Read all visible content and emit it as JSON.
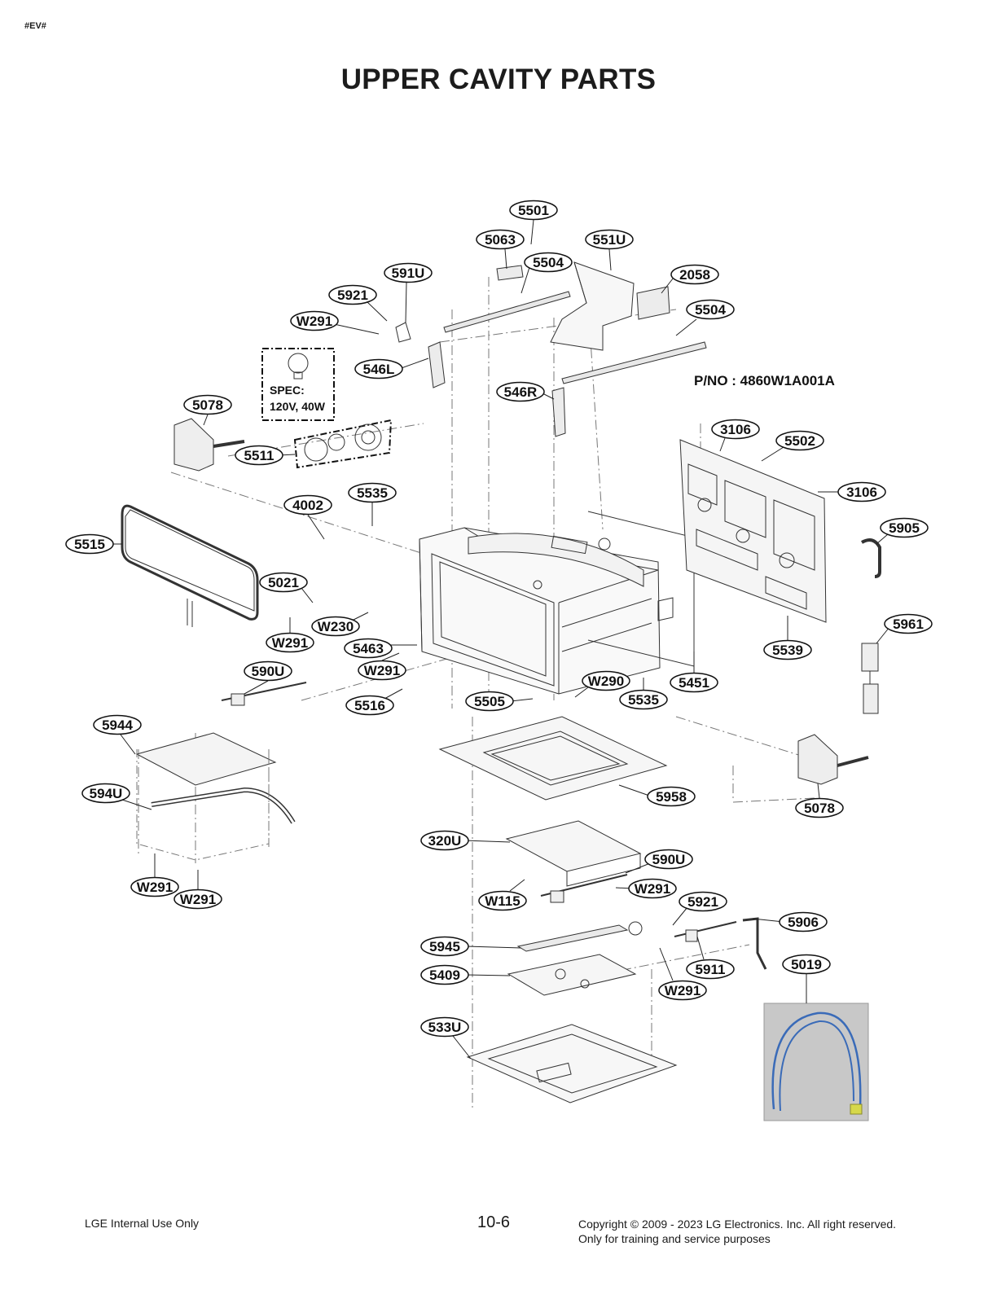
{
  "header": {
    "corner_tag": "#EV#",
    "title": "UPPER CAVITY PARTS"
  },
  "diagram": {
    "part_number_note": "P/NO : 4860W1A001A",
    "lamp_spec": {
      "line1": "SPEC:",
      "line2": "120V, 40W"
    },
    "callouts": [
      {
        "id": "c5501",
        "label": "5501"
      },
      {
        "id": "c5063",
        "label": "5063"
      },
      {
        "id": "c551U",
        "label": "551U"
      },
      {
        "id": "c5504a",
        "label": "5504"
      },
      {
        "id": "c591U",
        "label": "591U"
      },
      {
        "id": "c2058",
        "label": "2058"
      },
      {
        "id": "c5921a",
        "label": "5921"
      },
      {
        "id": "c5504b",
        "label": "5504"
      },
      {
        "id": "cW291a",
        "label": "W291"
      },
      {
        "id": "c546L",
        "label": "546L"
      },
      {
        "id": "c546R",
        "label": "546R"
      },
      {
        "id": "c5078a",
        "label": "5078"
      },
      {
        "id": "c3106a",
        "label": "3106"
      },
      {
        "id": "c5502",
        "label": "5502"
      },
      {
        "id": "c5511",
        "label": "5511"
      },
      {
        "id": "c3106b",
        "label": "3106"
      },
      {
        "id": "c5535a",
        "label": "5535"
      },
      {
        "id": "c4002",
        "label": "4002"
      },
      {
        "id": "c5905",
        "label": "5905"
      },
      {
        "id": "c5515",
        "label": "5515"
      },
      {
        "id": "c5021",
        "label": "5021"
      },
      {
        "id": "cW230",
        "label": "W230"
      },
      {
        "id": "c5961",
        "label": "5961"
      },
      {
        "id": "cW291b",
        "label": "W291"
      },
      {
        "id": "c5463",
        "label": "5463"
      },
      {
        "id": "c5539",
        "label": "5539"
      },
      {
        "id": "c590Ua",
        "label": "590U"
      },
      {
        "id": "cW291c",
        "label": "W291"
      },
      {
        "id": "cW290",
        "label": "W290"
      },
      {
        "id": "c5451",
        "label": "5451"
      },
      {
        "id": "c5505",
        "label": "5505"
      },
      {
        "id": "c5535b",
        "label": "5535"
      },
      {
        "id": "c5516",
        "label": "5516"
      },
      {
        "id": "c5944",
        "label": "5944"
      },
      {
        "id": "c594U",
        "label": "594U"
      },
      {
        "id": "c5958",
        "label": "5958"
      },
      {
        "id": "c5078b",
        "label": "5078"
      },
      {
        "id": "c320U",
        "label": "320U"
      },
      {
        "id": "c590Ub",
        "label": "590U"
      },
      {
        "id": "cW291d",
        "label": "W291"
      },
      {
        "id": "cW291e",
        "label": "W291"
      },
      {
        "id": "cW291f",
        "label": "W291"
      },
      {
        "id": "cW115",
        "label": "W115"
      },
      {
        "id": "c5921b",
        "label": "5921"
      },
      {
        "id": "c5906",
        "label": "5906"
      },
      {
        "id": "c5945",
        "label": "5945"
      },
      {
        "id": "c5911",
        "label": "5911"
      },
      {
        "id": "c5019",
        "label": "5019"
      },
      {
        "id": "c5409",
        "label": "5409"
      },
      {
        "id": "cW291g",
        "label": "W291"
      },
      {
        "id": "c533U",
        "label": "533U"
      }
    ]
  },
  "footer": {
    "left": "LGE Internal Use Only",
    "page_number": "10-6",
    "copyright": "Copyright © 2009 - 2023 LG Electronics. Inc. All right reserved.",
    "notice": "Only for training and service purposes"
  }
}
